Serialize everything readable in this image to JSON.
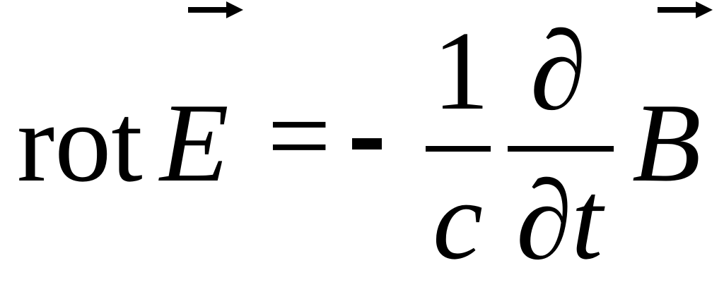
{
  "formula": {
    "operator": "rot",
    "lhs_vector": "E",
    "equals": "=",
    "sign": "-",
    "fraction1": {
      "numerator": "1",
      "denominator": "c"
    },
    "fraction2": {
      "numerator": "∂",
      "denominator_symbol": "∂",
      "denominator_variable": "t"
    },
    "rhs_vector": "B"
  }
}
